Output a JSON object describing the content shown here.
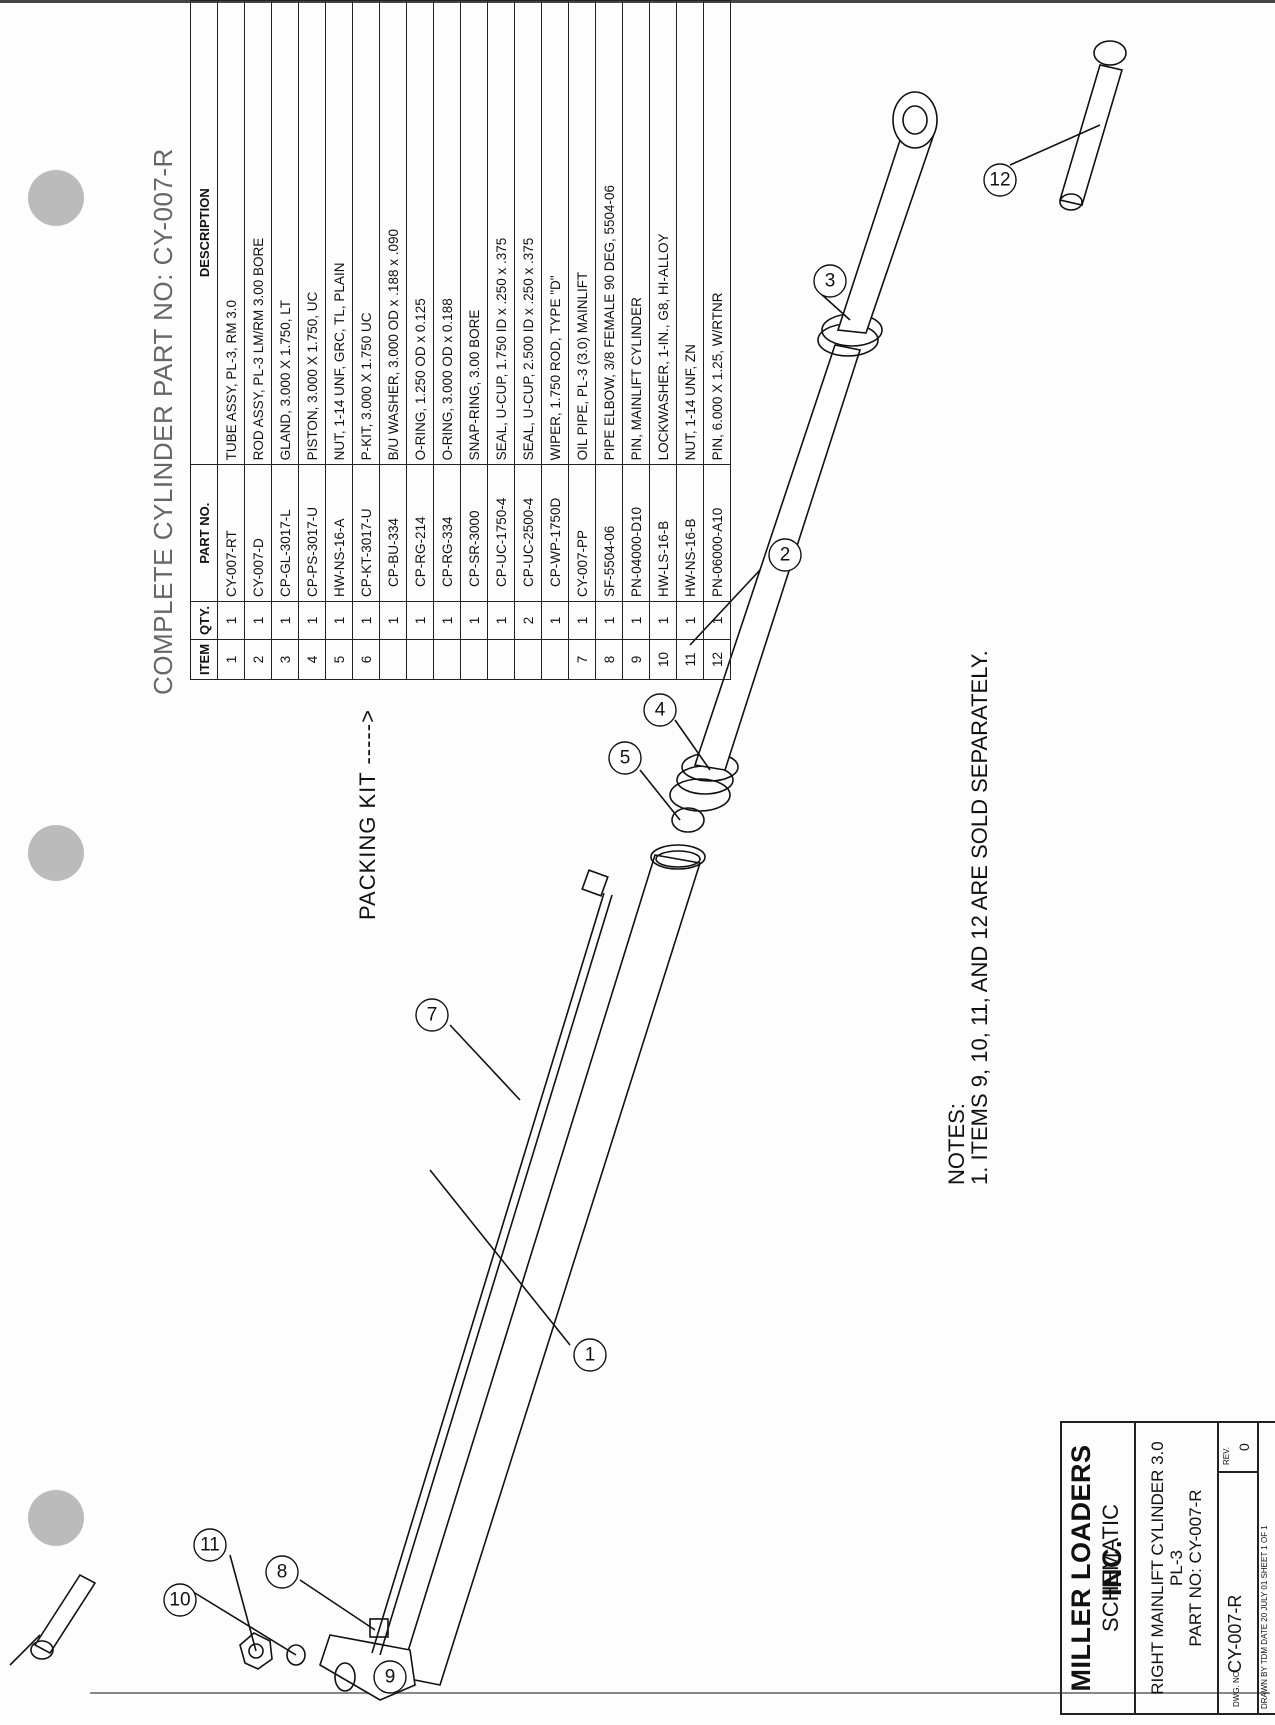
{
  "table": {
    "title": "COMPLETE CYLINDER PART NO: CY-007-R",
    "headers": {
      "item": "ITEM",
      "qty": "QTY.",
      "part_no": "PART NO.",
      "description": "DESCRIPTION"
    },
    "rows": [
      {
        "item": "1",
        "qty": "1",
        "part_no": "CY-007-RT",
        "description": "TUBE ASSY, PL-3, RM 3.0"
      },
      {
        "item": "2",
        "qty": "1",
        "part_no": "CY-007-D",
        "description": "ROD ASSY, PL-3 LM/RM 3.00 BORE"
      },
      {
        "item": "3",
        "qty": "1",
        "part_no": "CP-GL-3017-L",
        "description": "GLAND, 3.000 X 1.750, LT"
      },
      {
        "item": "4",
        "qty": "1",
        "part_no": "CP-PS-3017-U",
        "description": "PISTON, 3.000 X 1.750, UC"
      },
      {
        "item": "5",
        "qty": "1",
        "part_no": "HW-NS-16-A",
        "description": "NUT, 1-14 UNF, GRC, TL, PLAIN"
      },
      {
        "item": "6",
        "qty": "1",
        "part_no": "CP-KT-3017-U",
        "description": "P-KIT, 3.000 X 1.750 UC"
      },
      {
        "item": "",
        "qty": "1",
        "part_no": "CP-BU-334",
        "description": "B/U WASHER, 3.000 OD x .188 x .090"
      },
      {
        "item": "",
        "qty": "1",
        "part_no": "CP-RG-214",
        "description": "O-RING, 1.250 OD x 0.125"
      },
      {
        "item": "",
        "qty": "1",
        "part_no": "CP-RG-334",
        "description": "O-RING, 3.000 OD x 0.188"
      },
      {
        "item": "",
        "qty": "1",
        "part_no": "CP-SR-3000",
        "description": "SNAP-RING, 3.00 BORE"
      },
      {
        "item": "",
        "qty": "1",
        "part_no": "CP-UC-1750-4",
        "description": "SEAL, U-CUP, 1.750 ID x .250 x .375"
      },
      {
        "item": "",
        "qty": "2",
        "part_no": "CP-UC-2500-4",
        "description": "SEAL, U-CUP, 2.500 ID x .250 x .375"
      },
      {
        "item": "",
        "qty": "1",
        "part_no": "CP-WP-1750D",
        "description": "WIPER, 1.750 ROD, TYPE \"D\""
      },
      {
        "item": "7",
        "qty": "1",
        "part_no": "CY-007-PP",
        "description": "OIL PIPE, PL-3 (3.0) MAINLIFT"
      },
      {
        "item": "8",
        "qty": "1",
        "part_no": "SF-5504-06",
        "description": "PIPE ELBOW, 3/8 FEMALE 90 DEG, 5504-06"
      },
      {
        "item": "9",
        "qty": "1",
        "part_no": "PN-04000-D10",
        "description": "PIN, MAINLIFT CYLINDER"
      },
      {
        "item": "10",
        "qty": "1",
        "part_no": "HW-LS-16-B",
        "description": "LOCKWASHER, 1-IN., G8, HI-ALLOY"
      },
      {
        "item": "11",
        "qty": "1",
        "part_no": "HW-NS-16-B",
        "description": "NUT, 1-14 UNF, ZN"
      },
      {
        "item": "12",
        "qty": "1",
        "part_no": "PN-06000-A10",
        "description": "PIN, 6.000 X 1.25, W/RTNR"
      }
    ]
  },
  "packing_kit_label": "PACKING KIT ----->",
  "notes": {
    "heading": "NOTES:",
    "line1": "1. ITEMS 9, 10, 11, AND 12 ARE SOLD SEPARATELY."
  },
  "balloons": [
    "1",
    "2",
    "3",
    "4",
    "5",
    "7",
    "8",
    "9",
    "10",
    "11",
    "12"
  ],
  "title_block": {
    "company": "MILLER LOADERS INC.",
    "subtitle": "SCHEMATIC",
    "desc_line1": "RIGHT MAINLIFT CYLINDER 3.0",
    "desc_line2": "PL-3",
    "desc_line3": "PART NO: CY-007-R",
    "dwg_label": "DWG. NO.",
    "dwg_no": "CY-007-R",
    "rev_label": "REV.",
    "rev": "0",
    "footer": "DRAWN BY TDM   DATE 20 JULY 01   SHEET 1 OF 1"
  }
}
